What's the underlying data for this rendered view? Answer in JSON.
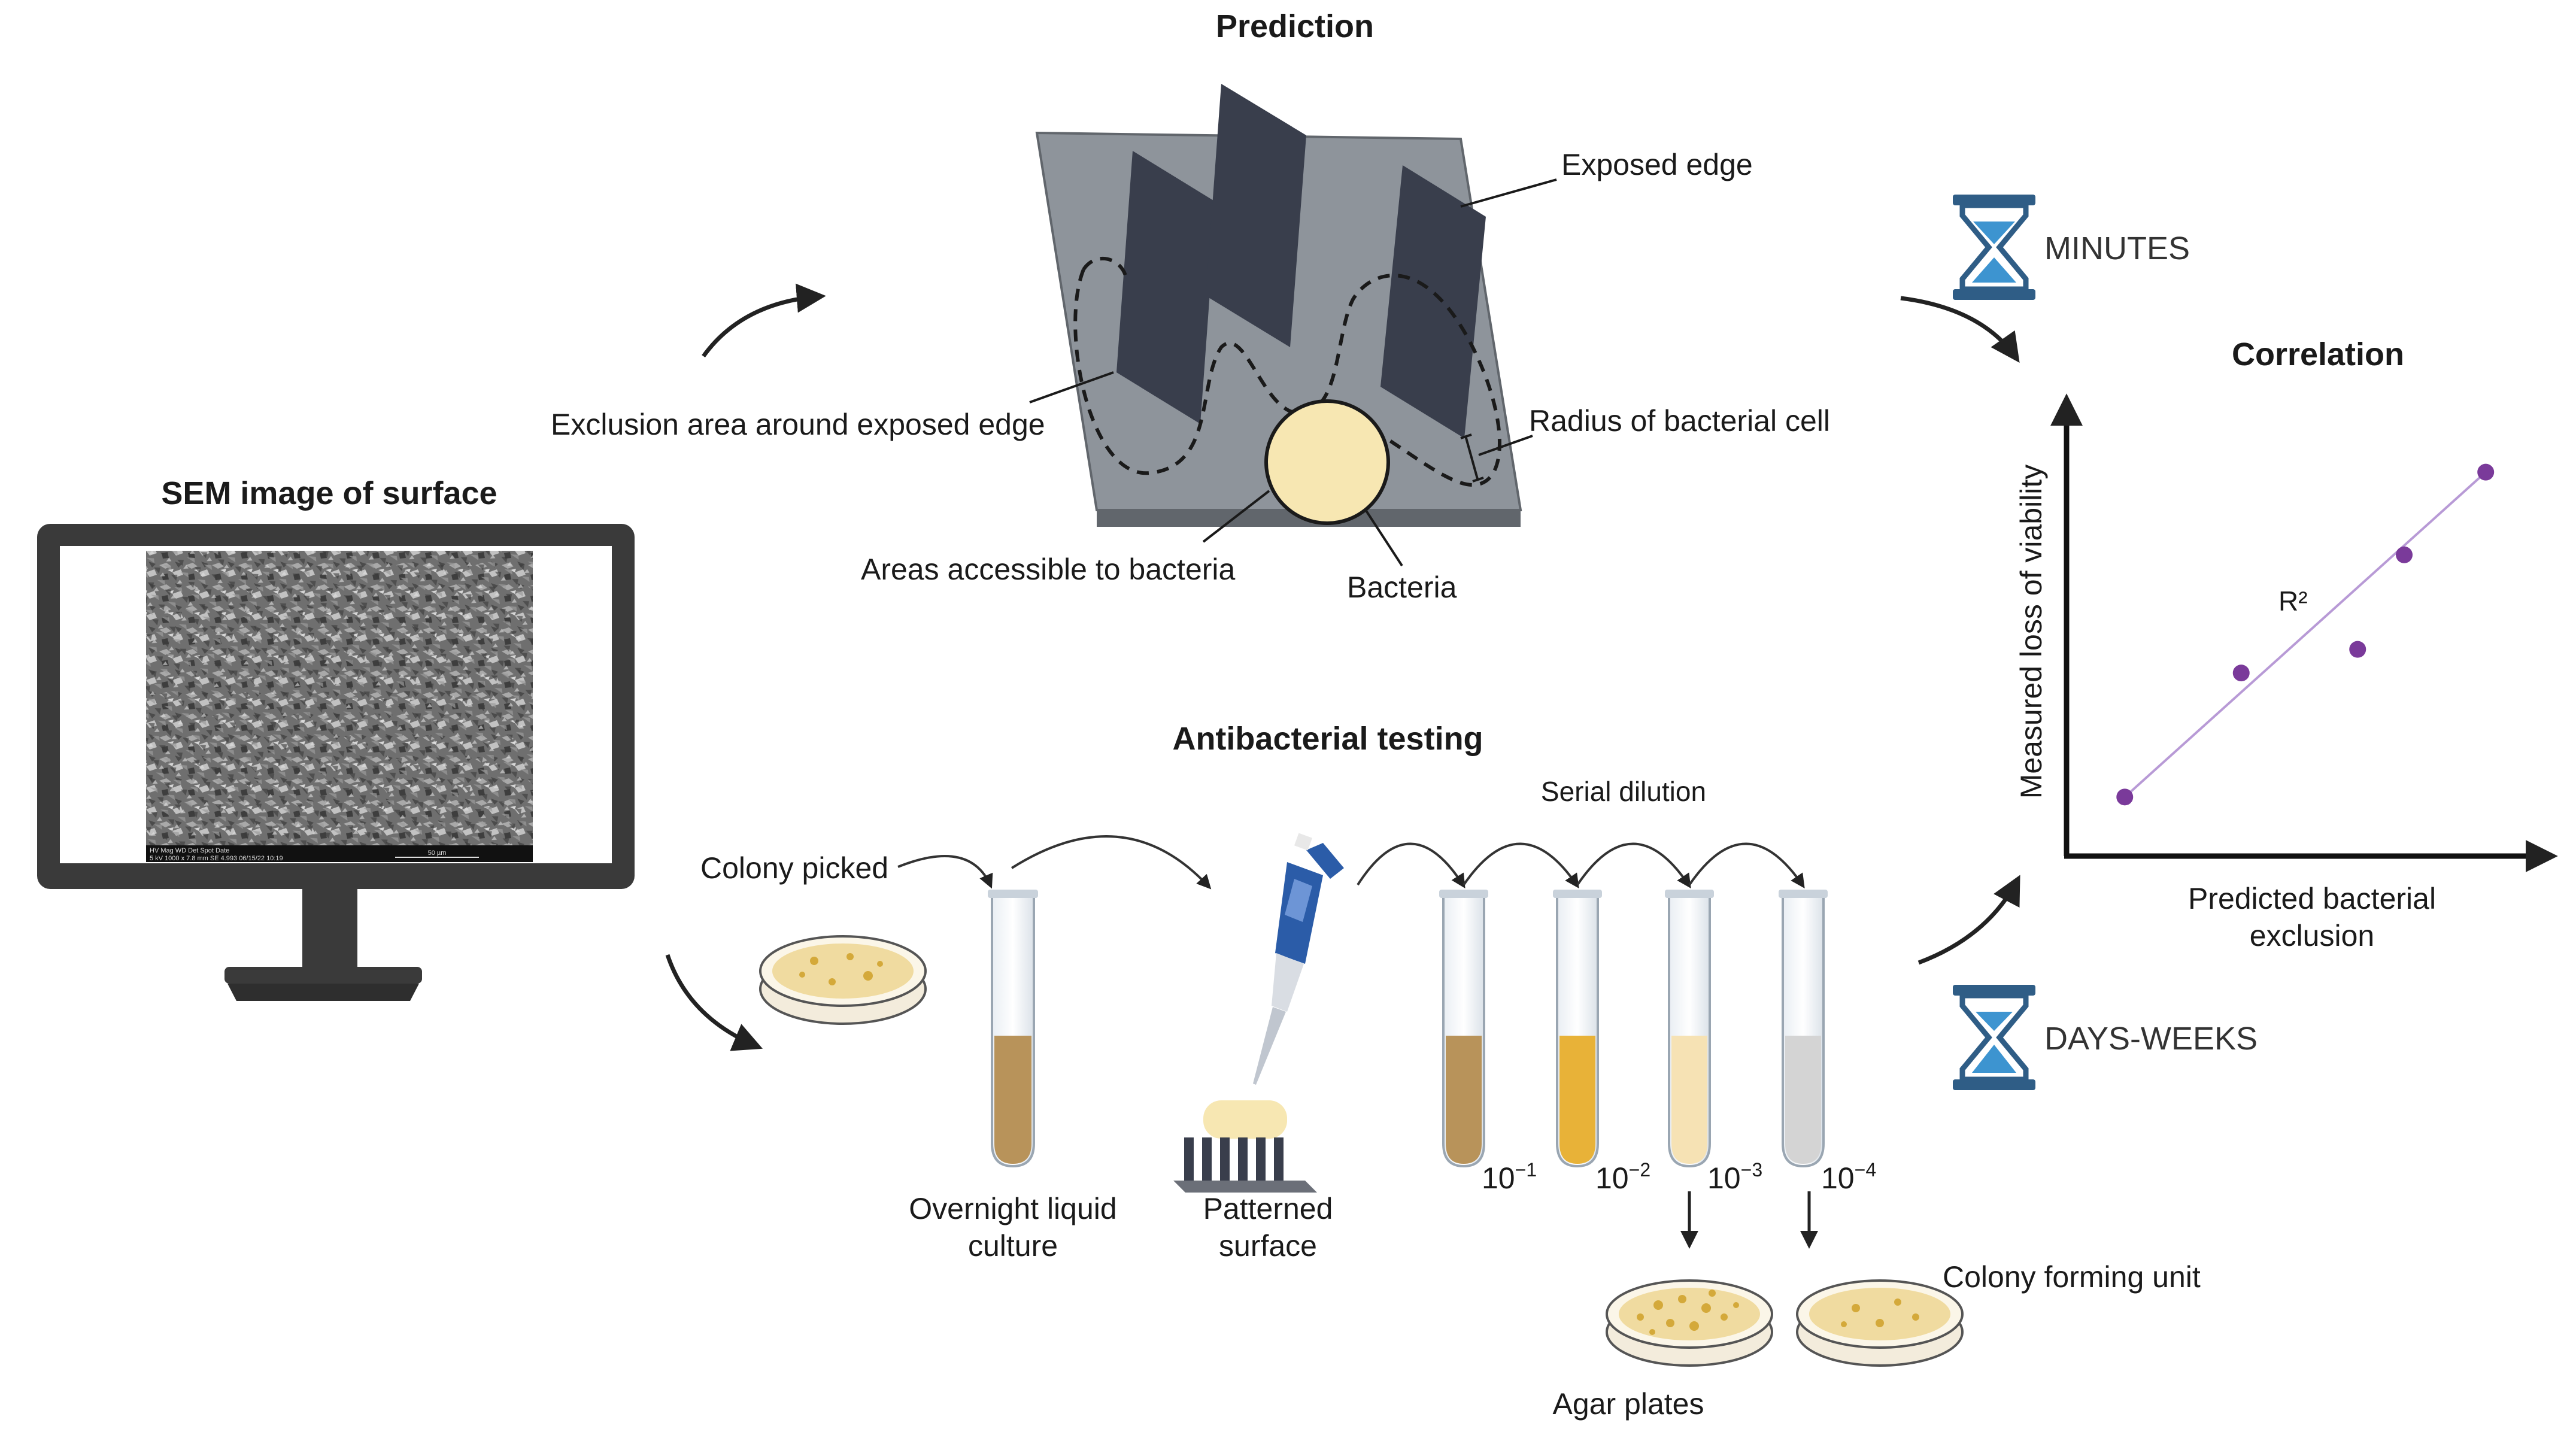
{
  "sections": {
    "sem_title": "SEM image of surface",
    "prediction_title": "Prediction",
    "antibacterial_title": "Antibacterial testing",
    "correlation_title": "Correlation"
  },
  "prediction": {
    "exposed_edge": "Exposed edge",
    "exclusion_area": "Exclusion area around exposed edge",
    "radius_cell": "Radius of bacterial cell",
    "areas_accessible": "Areas accessible to bacteria",
    "bacteria": "Bacteria"
  },
  "timescales": {
    "fast": "MINUTES",
    "slow": "DAYS-WEEKS"
  },
  "sem": {
    "info_bar": "HV   Mag   WD  Det  Spot        Date",
    "info_bar2": "5 kV 1000 x 7.8 mm  SE  4.993 06/15/22  10:19",
    "scale_bar": "50 µm"
  },
  "testing": {
    "colony_picked": "Colony picked",
    "overnight_culture_1": "Overnight liquid",
    "overnight_culture_2": "culture",
    "patterned_surface_1": "Patterned",
    "patterned_surface_2": "surface",
    "serial_dilution": "Serial dilution",
    "agar_plates": "Agar plates",
    "colony_forming_unit": "Colony forming unit",
    "dilutions": [
      {
        "base": "10",
        "exp": "−1",
        "color": "#b8935a"
      },
      {
        "base": "10",
        "exp": "−2",
        "color": "#e8b238"
      },
      {
        "base": "10",
        "exp": "−3",
        "color": "#f6e2b4"
      },
      {
        "base": "10",
        "exp": "−4",
        "color": "#d4d4d4"
      }
    ]
  },
  "chart_data": {
    "type": "scatter",
    "title": "Correlation",
    "xlabel": "Predicted bacterial exclusion",
    "ylabel": "Measured loss of viability",
    "annotation": "R²",
    "x": [
      1,
      3,
      5,
      5.8,
      7.2
    ],
    "y": [
      1,
      3.1,
      3.5,
      5.1,
      6.5
    ],
    "xlim": [
      0,
      8
    ],
    "ylim": [
      0,
      7.5
    ],
    "trend_line": {
      "x0": 1,
      "y0": 1,
      "x1": 7.2,
      "y1": 6.5
    },
    "point_color": "#7a3a9a",
    "line_color": "#b89ad6",
    "grid": false
  },
  "colors": {
    "surface": "#8e949b",
    "surface_edge": "#61666c",
    "pillar": "#393e4c",
    "bacteria_fill": "#f7e7b2",
    "hourglass": "#2f5d86",
    "hourglass_sand": "#3d94d0",
    "monitor": "#3a3a3a",
    "pipette": "#2b5ca8"
  }
}
